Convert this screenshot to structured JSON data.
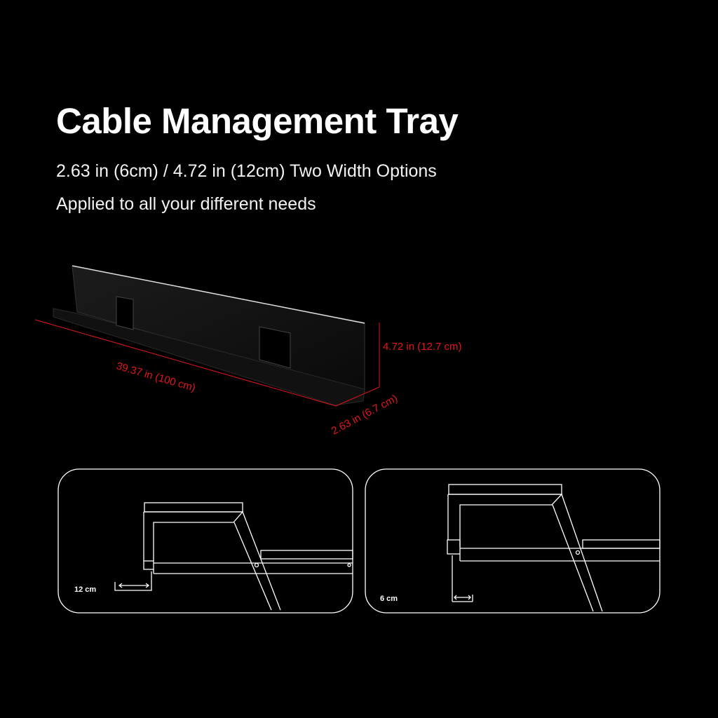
{
  "header": {
    "title": "Cable Management Tray",
    "line1": "2.63 in (6cm) / 4.72 in (12cm) Two Width Options",
    "line2": "Applied to all your different needs"
  },
  "dimensions": {
    "length": "39.37 in (100 cm)",
    "height": "4.72 in (12.7 cm)",
    "width": "2.63 in (6.7 cm)",
    "color": "#e3151a"
  },
  "panels": [
    {
      "label": "12 cm"
    },
    {
      "label": "6 cm"
    }
  ]
}
